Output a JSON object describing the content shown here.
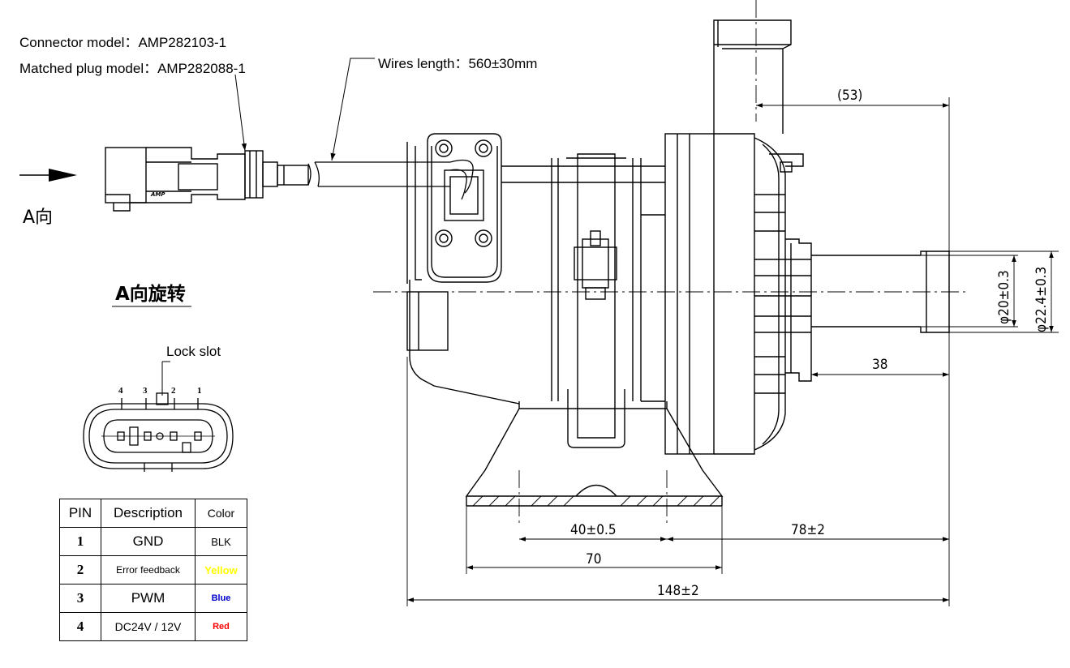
{
  "labels": {
    "connector_model": "Connector model：AMP282103-1",
    "matched_plug_model": "Matched plug model：AMP282088-1",
    "wires_length": "Wires length：560±30mm",
    "view_a": "A向",
    "view_a_rotation": "A向旋转",
    "lock_slot": "Lock slot",
    "connector_brand": "AMP"
  },
  "connector_pins": [
    "4",
    "3",
    "2",
    "1"
  ],
  "dimensions": {
    "d53": "(53)",
    "d38": "38",
    "dia20": "φ20±0.3",
    "dia22": "φ22.4±0.3",
    "d40": "40±0.5",
    "d78": "78±2",
    "d70": "70",
    "d148": "148±2"
  },
  "pin_table": {
    "headers": [
      "PIN",
      "Description",
      "Color"
    ],
    "rows": [
      {
        "pin": "1",
        "description": "GND",
        "color": "BLK",
        "color_hex": "#000000"
      },
      {
        "pin": "2",
        "description": "Error feedback",
        "color": "Yellow",
        "color_hex": "#ffff00"
      },
      {
        "pin": "3",
        "description": "PWM",
        "color": "Blue",
        "color_hex": "#0000cc"
      },
      {
        "pin": "4",
        "description": "DC24V / 12V",
        "color": "Red",
        "color_hex": "#ff0000"
      }
    ]
  }
}
